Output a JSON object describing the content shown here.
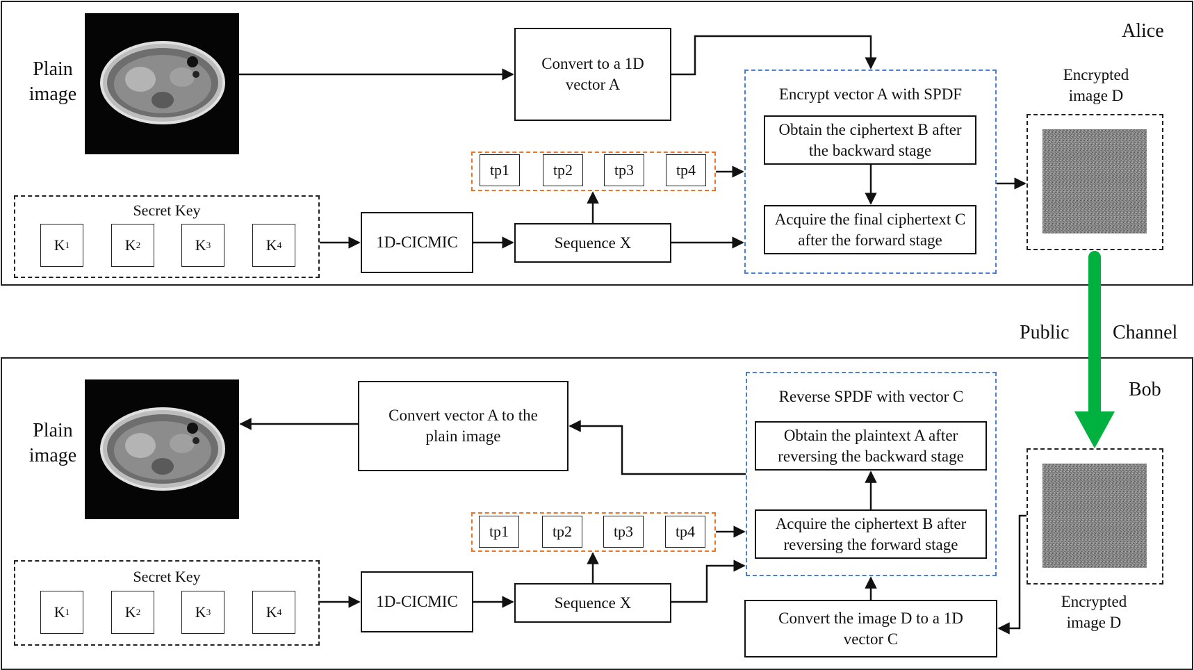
{
  "alice": {
    "name": "Alice",
    "plain_image_label": "Plain image",
    "convert_box": "Convert to a 1D vector A",
    "secret_key_label": "Secret Key",
    "keys": [
      "K",
      "K",
      "K",
      "K"
    ],
    "key_subs": [
      "1",
      "2",
      "3",
      "4"
    ],
    "map_box": "1D-CICMIC",
    "sequence_box": "Sequence X",
    "tps": [
      "tp1",
      "tp2",
      "tp3",
      "tp4"
    ],
    "encrypt_title": "Encrypt vector A with SPDF",
    "step1": "Obtain the ciphertext B after the backward stage",
    "step2": "Acquire the final ciphertext C after the forward stage",
    "encrypted_label": "Encrypted image D"
  },
  "channel": {
    "left": "Public",
    "right": "Channel",
    "arrow_color": "#00b140"
  },
  "bob": {
    "name": "Bob",
    "plain_image_label": "Plain image",
    "convert_box": "Convert vector A to the plain image",
    "secret_key_label": "Secret Key",
    "keys": [
      "K",
      "K",
      "K",
      "K"
    ],
    "key_subs": [
      "1",
      "2",
      "3",
      "4"
    ],
    "map_box": "1D-CICMIC",
    "sequence_box": "Sequence X",
    "tps": [
      "tp1",
      "tp2",
      "tp3",
      "tp4"
    ],
    "reverse_title": "Reverse SPDF with vector C",
    "step1": "Obtain the plaintext A after reversing the backward stage",
    "step2": "Acquire the ciphertext B after reversing the forward stage",
    "convert_image_box": "Convert the image D to a 1D vector C",
    "encrypted_label": "Encrypted image D"
  },
  "colors": {
    "tp_dash": "#e8762b",
    "spdf_dash": "#4a7fd4",
    "channel_arrow": "#00b140"
  }
}
